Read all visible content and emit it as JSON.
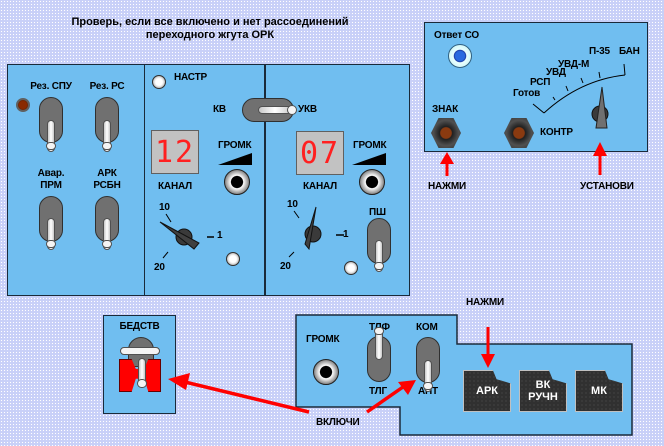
{
  "instruction": {
    "line1": "Проверь, если все включено и нет рассоединений",
    "line2": "переходного жгута ОРК"
  },
  "left_panel": {
    "switch_rez_spu": "Рез. СПУ",
    "switch_rez_rs": "Рез. РС",
    "switch_avar_prm_l1": "Авар.",
    "switch_avar_prm_l2": "ПРМ",
    "switch_ark_rsbn_l1": "АРК",
    "switch_ark_rsbn_l2": "РСБН"
  },
  "radio_panel": {
    "nastr_label": "НАСТР",
    "kv_label": "КВ",
    "ukv_label": "УКВ",
    "kv_channel": "12",
    "ukv_channel": "07",
    "kanal_label": "КАНАЛ",
    "gromk_label": "ГРОМК",
    "dial_10": "10",
    "dial_1": "1",
    "dial_20": "20",
    "psh_label": "ПШ"
  },
  "sro_panel": {
    "otvet_so": "Ответ СО",
    "znak": "ЗНАК",
    "kontr": "КОНТР",
    "scale_labels": [
      "Готов",
      "РСП",
      "УВД",
      "УВД-М",
      "П-35",
      "БАН"
    ]
  },
  "bedstv_panel": {
    "label": "БЕДСТВ"
  },
  "ark_panel": {
    "gromk_label": "ГРОМК",
    "tlf_label": "ТЛФ",
    "tlg_label": "ТЛГ",
    "kom_label": "КОМ",
    "ant_label": "АНТ",
    "buttons": [
      {
        "label_l1": "АРК",
        "label_l2": ""
      },
      {
        "label_l1": "ВК",
        "label_l2": "РУЧН"
      },
      {
        "label_l1": "МК",
        "label_l2": ""
      }
    ]
  },
  "annotations": {
    "nazhmi_1": "НАЖМИ",
    "ustanovi": "УСТАНОВИ",
    "nazhmi_2": "НАЖМИ",
    "vklyuchi": "ВКЛЮЧИ"
  },
  "colors": {
    "panel": "#70bef0",
    "background": "#c8d0f8",
    "arrow": "#ff0000",
    "display_digits": "#ff2020",
    "bedstv_guard": "#ff0000"
  }
}
